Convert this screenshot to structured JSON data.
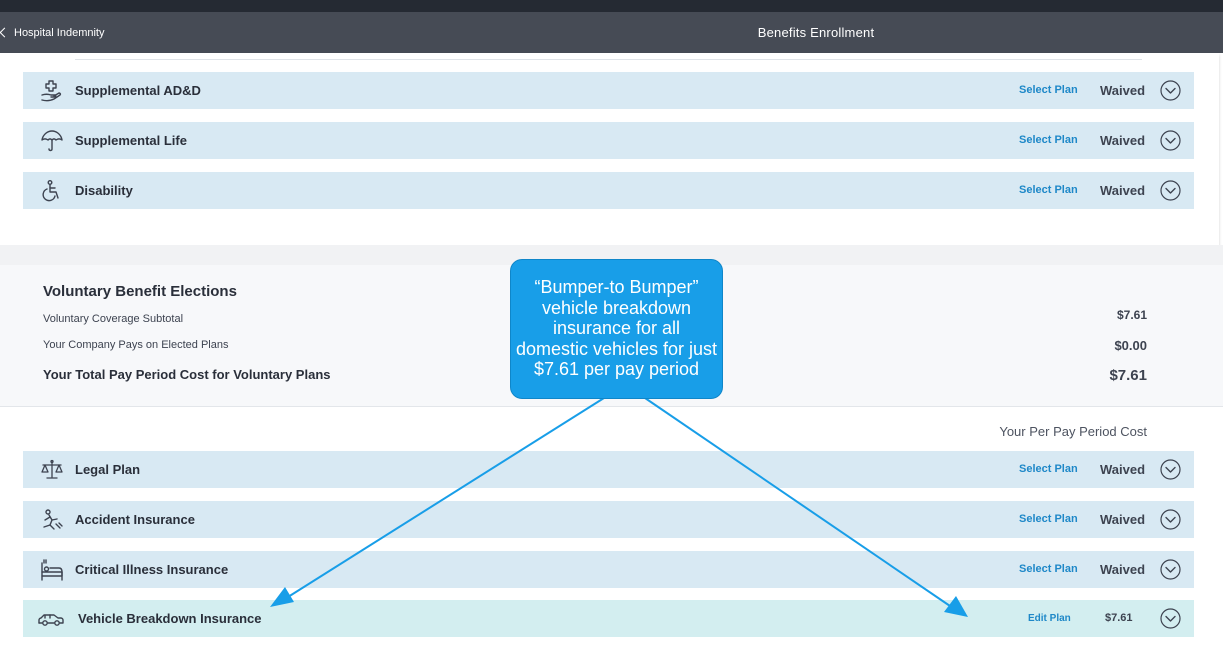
{
  "nav": {
    "back_label": "Hospital Indemnity",
    "title": "Benefits Enrollment"
  },
  "core_plans": [
    {
      "label": "Supplemental AD&D",
      "icon": "first-aid-hand-icon",
      "link": "Select Plan",
      "status": "Waived"
    },
    {
      "label": "Supplemental Life",
      "icon": "umbrella-icon",
      "link": "Select Plan",
      "status": "Waived"
    },
    {
      "label": "Disability",
      "icon": "wheelchair-icon",
      "link": "Select Plan",
      "status": "Waived"
    }
  ],
  "summary": {
    "title": "Voluntary Benefit Elections",
    "subtotal_label": "Voluntary Coverage Subtotal",
    "subtotal_value": "$7.61",
    "company_label": "Your Company Pays on Elected Plans",
    "company_value": "$0.00",
    "total_label": "Your Total Pay Period Cost for Voluntary Plans",
    "total_value": "$7.61"
  },
  "per_pay_label": "Your Per Pay Period Cost",
  "voluntary_plans": [
    {
      "label": "Legal Plan",
      "icon": "scales-icon",
      "link": "Select Plan",
      "status": "Waived"
    },
    {
      "label": "Accident Insurance",
      "icon": "falling-person-icon",
      "link": "Select Plan",
      "status": "Waived"
    },
    {
      "label": "Critical Illness Insurance",
      "icon": "hospital-bed-icon",
      "link": "Select Plan",
      "status": "Waived"
    },
    {
      "label": "Vehicle Breakdown Insurance",
      "icon": "car-icon",
      "link": "Edit Plan",
      "status": "$7.61"
    }
  ],
  "callout": {
    "text": "“Bumper-to Bumper” vehicle breakdown insurance for all domestic vehicles for just $7.61 per pay period"
  },
  "colors": {
    "nav_bg": "#464b55",
    "row_bg": "#d8e9f3",
    "selected_row_bg": "#d3eef0",
    "link": "#1e88c8",
    "callout_bg": "#189ee8"
  }
}
